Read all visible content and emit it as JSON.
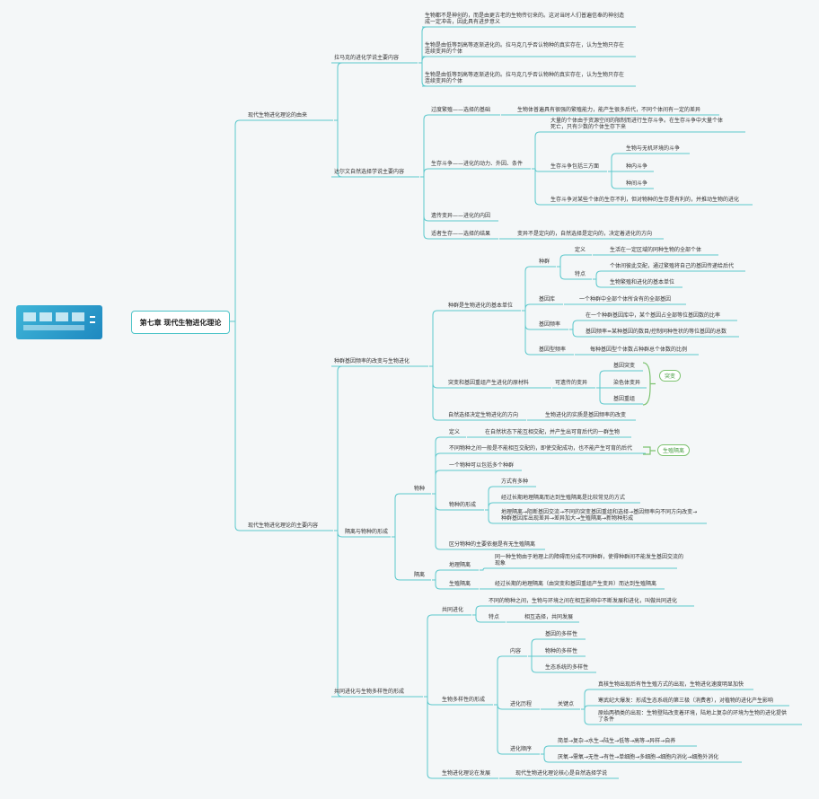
{
  "root": {
    "title": "第七章 现代生物进化理论"
  },
  "colors": {
    "line": "#5cc8cc",
    "bracket": "#7cc26f",
    "tag_text": "#4a9e45"
  },
  "thumbnail": {
    "label": "mind-map thumbnail"
  },
  "nodes": {
    "n1": "现代生物进化理论的由来",
    "n1a": "拉马克的进化学说主要内容",
    "n1a1": "生物都不是神创的，而是由更古老的生物传衍来的。这对当时人们普遍信奉的神创造\n成一定冲击，因此具有进步意义",
    "n1a2": "生物是由低等到高等逐渐进化的。拉马克几乎否认物种的真实存在，认为生物只存在\n连续变异的个体",
    "n1a3": "生物是由低等到高等逐渐进化的。拉马克几乎否认物种的真实存在，认为生物只存在\n连续变异的个体",
    "n1b": "达尔文自然选择学说主要内容",
    "n1b1": "过度繁殖——选择的基础",
    "n1b1a": "生物体普遍具有很强的繁殖能力，能产生很多后代，不同个体间有一定的差异",
    "n1b2": "生存斗争——进化的动力、外因、条件",
    "n1b2a": "大量的个体由于资源空间的限制而进行生存斗争。在生存斗争中大量个体\n死亡，只有少数的个体生存下来",
    "n1b2b": "生存斗争包括三方面",
    "n1b2b1": "生物与无机环境的斗争",
    "n1b2b2": "种内斗争",
    "n1b2b3": "种间斗争",
    "n1b2c": "生存斗争对某些个体的生存不利，但对物种的生存是有利的，并推动生物的进化",
    "n1b3": "遗传变异——进化的内因",
    "n1b4": "适者生存——选择的结果",
    "n1b4a": "变异不是定向的，自然选择是定向的，决定着进化的方向",
    "n2": "现代生物进化理论的主要内容",
    "n2a": "种群基因频率的改变与生物进化",
    "n2a1": "种群是生物进化的基本单位",
    "n2a1a": "种群",
    "n2a1a1": "定义",
    "n2a1a1a": "生活在一定区域的同种生物的全部个体",
    "n2a1a2": "特点",
    "n2a1a2a": "个体间彼此交配，通过繁殖将自己的基因传递给后代",
    "n2a1a2b": "生物繁殖和进化的基本单位",
    "n2a1b": "基因库",
    "n2a1b1": "一个种群中全部个体所含有的全部基因",
    "n2a1c": "基因频率",
    "n2a1c1": "在一个种群基因库中，某个基因占全部等位基因数的比率",
    "n2a1c2": "基因频率=某种基因的数目/控制同种性状的等位基因的总数",
    "n2a1d": "基因型频率",
    "n2a1d1": "每种基因型个体数占种群总个体数的比例",
    "n2a2": "突变和基因重组产生进化的原材料",
    "n2a2a": "可遗传的变异",
    "n2a2a1": "基因突变",
    "n2a2a2": "染色体变异",
    "n2a2a3": "基因重组",
    "n2a2tag": "突变",
    "n2a3": "自然选择决定生物进化的方向",
    "n2a3a": "生物进化的实质是基因频率的改变",
    "n2b": "隔离与物种的形成",
    "n2b1": "物种",
    "n2b1a": "定义",
    "n2b1a1": "在自然状态下能互相交配，并产生出可育后代的一群生物",
    "n2b1b": "不同物种之间一般是不能相互交配的，即使交配成功，也不能产生可育的后代",
    "n2b1btag": "生殖隔离",
    "n2b1c": "一个物种可以包括多个种群",
    "n2b1d": "物种的形成",
    "n2b1d1": "方式有多种",
    "n2b1d2": "经过长期地理隔离而达到生殖隔离是比较常见的方式",
    "n2b1d3": "地理隔离→阻断基因交流→不同的突变基因重组和选择→基因频率向不同方向改变→\n种群基因库出现差异→差异加大→生殖隔离→新物种形成",
    "n2b1e": "区分物种的主要依据是有无生殖隔离",
    "n2b2": "隔离",
    "n2b2a": "地理隔离",
    "n2b2a1": "同一种生物由于地理上的障碍而分成不同种群，使得种群间不能发生基因交流的\n现象",
    "n2b2b": "生殖隔离",
    "n2b2b1": "经过长期的地理隔离（由突变和基因重组产生变异）而达到生殖隔离",
    "n2c": "共同进化与生物多样性的形成",
    "n2c1": "共同进化",
    "n2c1a": "不同的物种之间，生物与环境之间在相互影响中不断发展和进化，叫做共同进化",
    "n2c1b": "特点",
    "n2c1b1": "相互选择，共同发展",
    "n2c2": "生物多样性的形成",
    "n2c2a": "内容",
    "n2c2a1": "基因的多样性",
    "n2c2a2": "物种的多样性",
    "n2c2a3": "生态系统的多样性",
    "n2c2b": "进化历程",
    "n2c2b1": "关键点",
    "n2c2b1a": "真核生物出现后有性生殖方式的出现，生物进化速度明显加快",
    "n2c2b1b": "寒武纪大爆发：形成生态系统的第三极（消费者），对植物的进化产生影响",
    "n2c2b1c": "原始两栖类的出现：生物登陆改变着环境，陆地上复杂的环境为生物的进化提供\n了条件",
    "n2c2c": "进化顺序",
    "n2c2c1": "简单→复杂→水生→陆生→低等→高等→异样→自养",
    "n2c2c2": "厌氧→需氧→无性→有性→单细胞→多细胞→细胞内消化→细胞外消化",
    "n2c3": "生物进化理论在发展",
    "n2c3a": "现代生物进化理论核心是自然选择学说"
  }
}
